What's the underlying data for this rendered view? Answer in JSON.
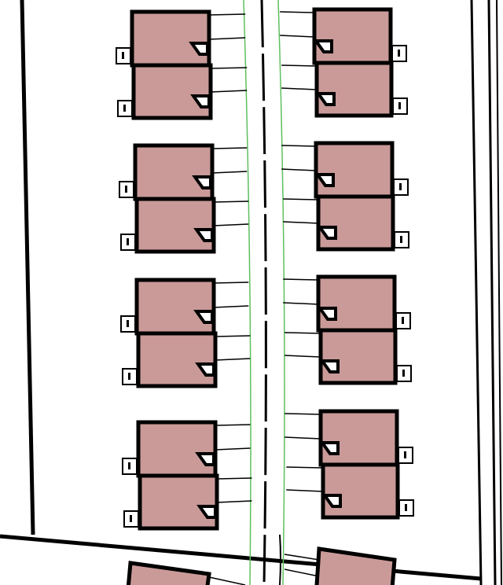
{
  "colors": {
    "house_fill": "#c99a98",
    "outline": "#000000",
    "road_edge": "#5fbf5f",
    "background": "#ffffff"
  },
  "site": {
    "left_row_house_count": 8,
    "right_row_house_count": 8,
    "partial_houses_bottom": 2
  }
}
